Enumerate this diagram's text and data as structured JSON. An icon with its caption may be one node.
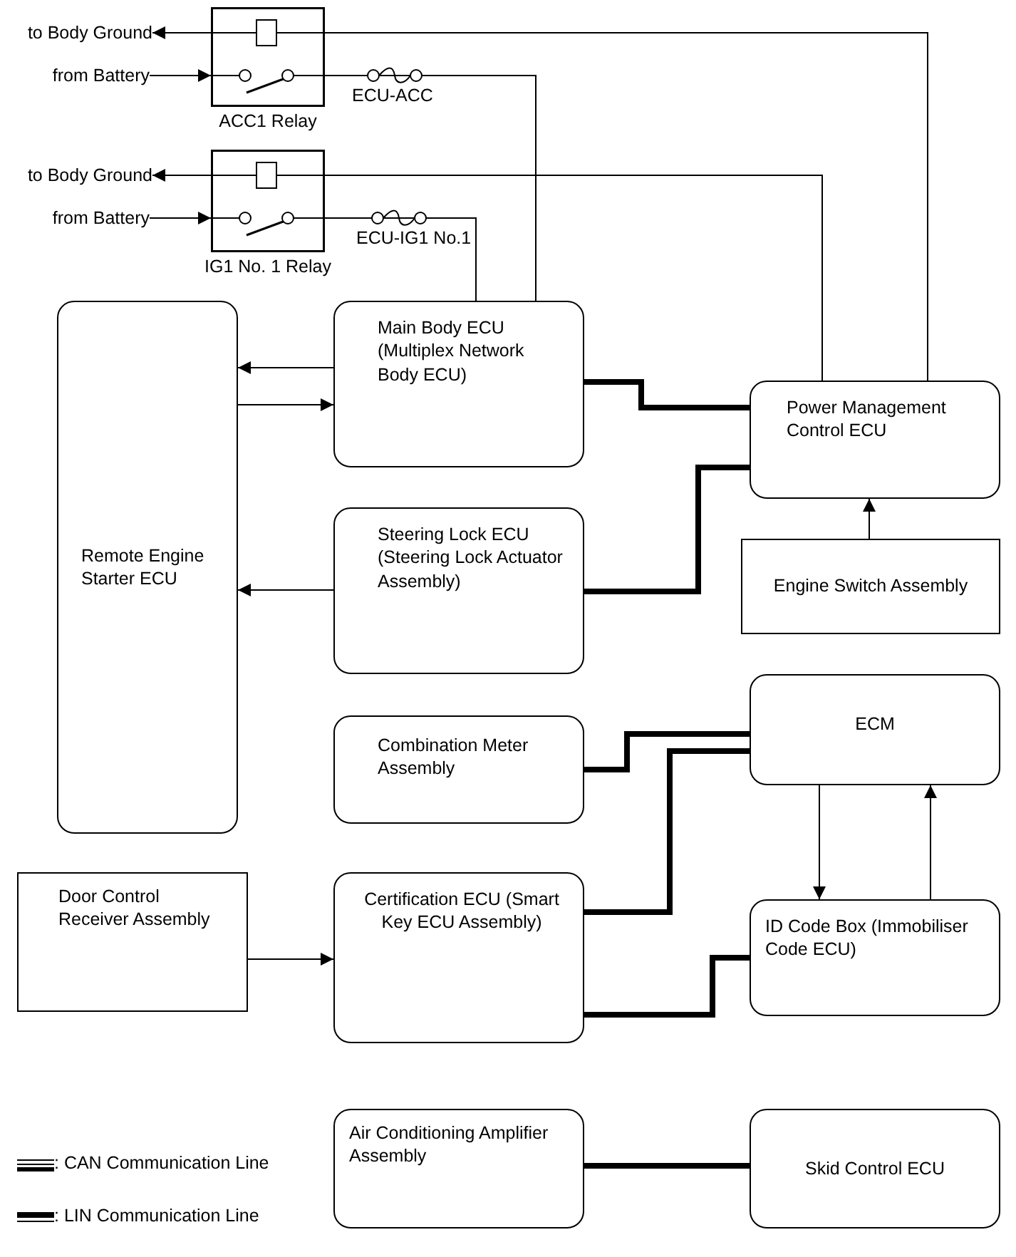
{
  "diagram": {
    "nodes": [
      {
        "text": [
          "ACC1 Relay"
        ]
      },
      {
        "text": [
          "IG1 No. 1 Relay"
        ]
      },
      {
        "text": [
          "Remote Engine Starter ECU"
        ]
      },
      {
        "text": [
          "Main Body ECU (Multiplex Network Body ECU)"
        ]
      },
      {
        "text": [
          "Steering Lock ECU (Steering Lock Actuator Assembly)"
        ]
      },
      {
        "text": [
          "Combination Meter Assembly"
        ]
      },
      {
        "text": [
          "Door Control Receiver Assembly"
        ]
      },
      {
        "text": [
          "Certification ECU (Smart Key ECU Assembly)"
        ]
      },
      {
        "text": [
          "Air Conditioning Amplifier Assembly"
        ]
      },
      {
        "text": [
          "Power Management Control ECU"
        ]
      },
      {
        "text": [
          "Engine Switch Assembly"
        ]
      },
      {
        "text": [
          "ECM"
        ]
      },
      {
        "text": [
          "ID Code Box (Immobiliser Code ECU)"
        ]
      },
      {
        "text": [
          "Skid Control ECU"
        ]
      },
      {
        "text": [
          "to Body Ground"
        ]
      },
      {
        "text": [
          "from Battery"
        ]
      },
      {
        "text": [
          "to Body Ground"
        ]
      },
      {
        "text": [
          "from Battery"
        ]
      }
    ],
    "edges": [
      {
        "from": 0,
        "to": 14,
        "arrow": "to"
      },
      {
        "from": 15,
        "to": 0,
        "arrow": "to"
      },
      {
        "from": 9,
        "to": 0,
        "arrow": "none"
      },
      {
        "from": 0,
        "to": 3,
        "arrow": "none",
        "label": "ECU-ACC"
      },
      {
        "from": 1,
        "to": 16,
        "arrow": "to"
      },
      {
        "from": 17,
        "to": 1,
        "arrow": "to"
      },
      {
        "from": 9,
        "to": 1,
        "arrow": "none"
      },
      {
        "from": 1,
        "to": 3,
        "arrow": "none",
        "label": "ECU-IG1 No.1"
      },
      {
        "from": 3,
        "to": 2,
        "arrow": "to"
      },
      {
        "from": 2,
        "to": 3,
        "arrow": "to"
      },
      {
        "from": 4,
        "to": 2,
        "arrow": "to"
      },
      {
        "from": 6,
        "to": 7,
        "arrow": "to"
      },
      {
        "from": 10,
        "to": 9,
        "arrow": "to"
      },
      {
        "from": 11,
        "to": 12,
        "arrow": "to"
      },
      {
        "from": 12,
        "to": 11,
        "arrow": "to"
      },
      {
        "from": 3,
        "to": 9,
        "arrow": "none",
        "style": "thick"
      },
      {
        "from": 4,
        "to": 9,
        "arrow": "none",
        "style": "thick"
      },
      {
        "from": 5,
        "to": 11,
        "arrow": "none",
        "style": "thick"
      },
      {
        "from": 7,
        "to": 12,
        "arrow": "none",
        "style": "thick"
      },
      {
        "from": 7,
        "to": 11,
        "arrow": "none",
        "style": "thick"
      },
      {
        "from": 8,
        "to": 13,
        "arrow": "none",
        "style": "thick"
      }
    ],
    "legend": [
      {
        "text": ": CAN Communication Line"
      },
      {
        "text": ": LIN Communication Line"
      }
    ]
  }
}
